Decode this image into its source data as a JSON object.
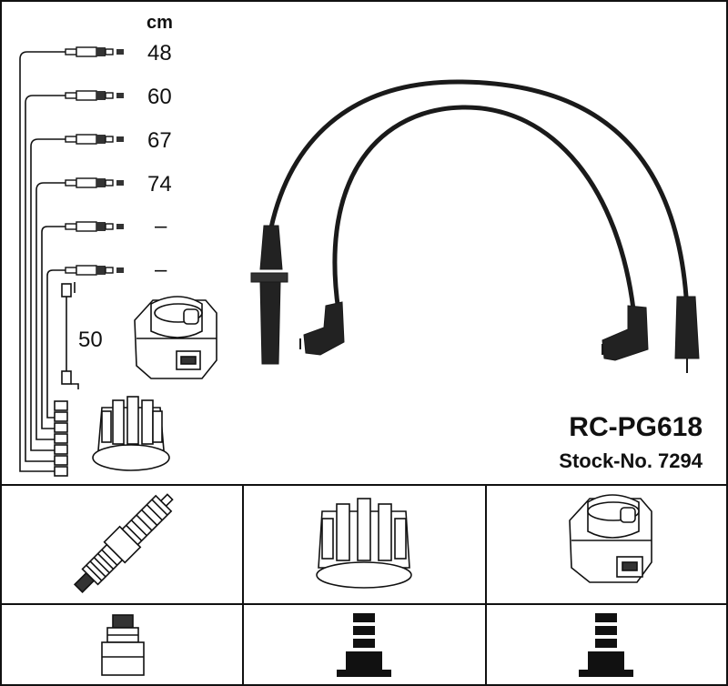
{
  "header": {
    "unit_label": "cm",
    "lengths": [
      "48",
      "60",
      "67",
      "74",
      "–",
      "–"
    ],
    "coil_lead_length": "50"
  },
  "product": {
    "code": "RC-PG618",
    "stock": "Stock-No. 7294"
  },
  "components": [
    {
      "icon": "spark-plug-icon"
    },
    {
      "icon": "distributor-cap-icon"
    },
    {
      "icon": "ignition-coil-icon"
    }
  ],
  "connectors": [
    {
      "icon": "plug-connector-icon"
    },
    {
      "icon": "cap-connector-icon"
    },
    {
      "icon": "coil-connector-icon"
    }
  ]
}
